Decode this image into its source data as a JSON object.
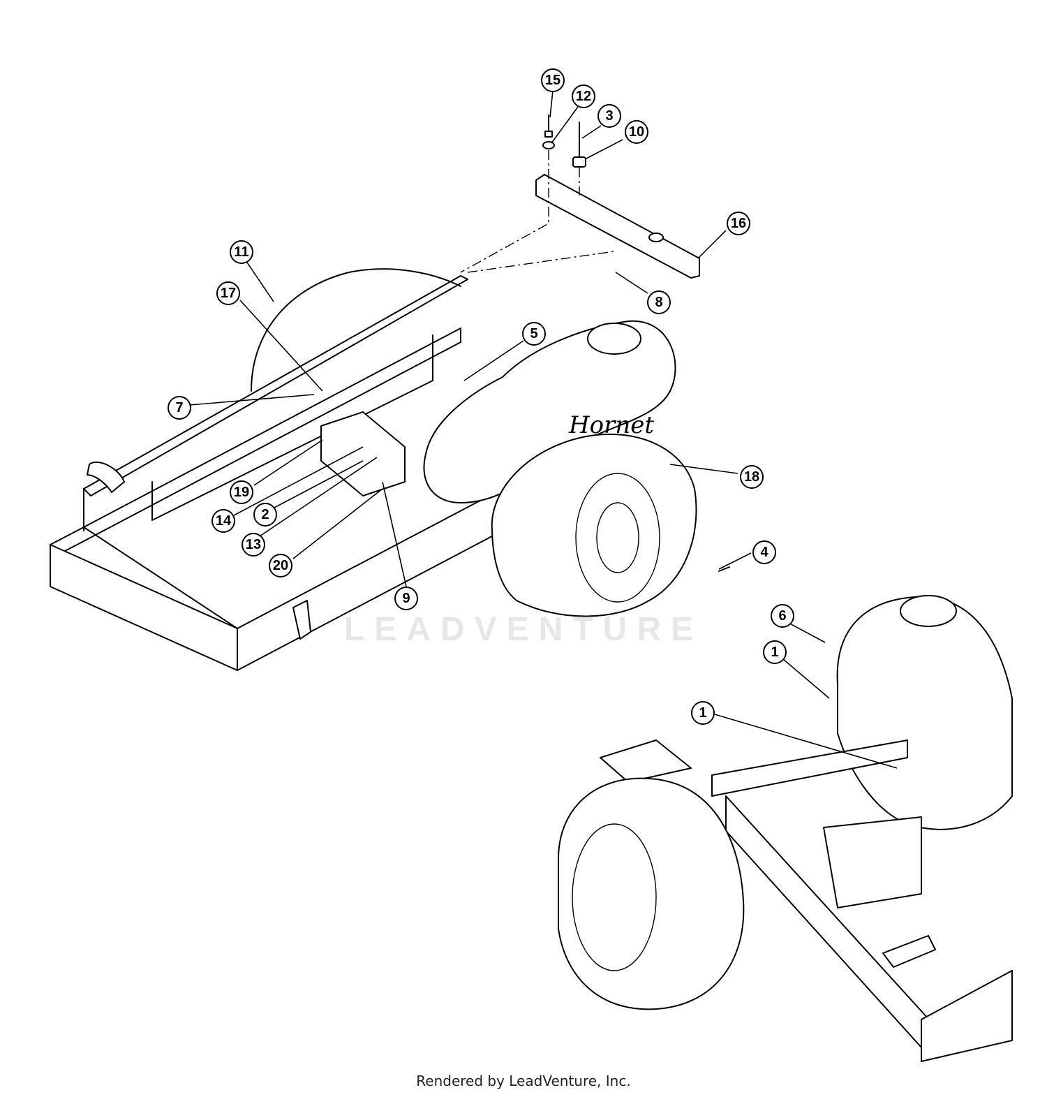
{
  "diagram": {
    "brand_on_tank": "Hornet",
    "watermark": "LEADVENTURE",
    "footer": "Rendered by LeadVenture, Inc.",
    "callouts": [
      "15",
      "12",
      "3",
      "10",
      "16",
      "8",
      "11",
      "17",
      "5",
      "7",
      "18",
      "19",
      "14",
      "2",
      "13",
      "20",
      "9",
      "4",
      "6",
      "1",
      "1"
    ]
  }
}
